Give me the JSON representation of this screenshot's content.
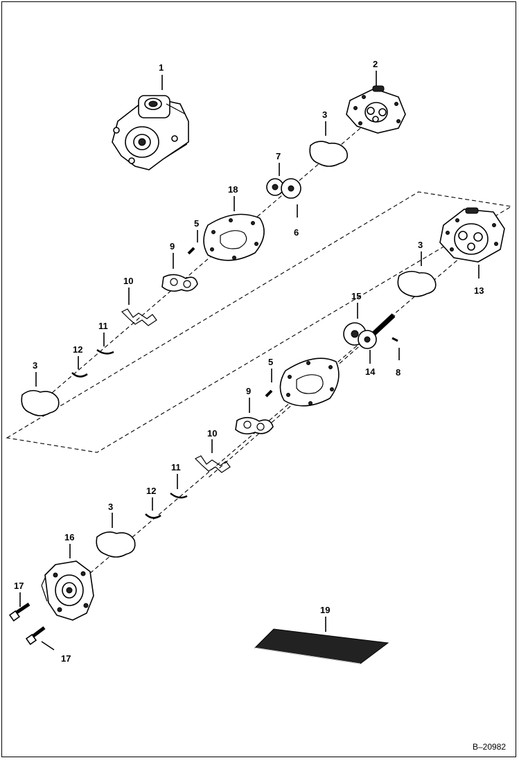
{
  "diagram": {
    "labels": {
      "l1": "1",
      "l2": "2",
      "l3a": "3",
      "l7": "7",
      "l18": "18",
      "l5a": "5",
      "l6": "6",
      "l9a": "9",
      "l10a": "10",
      "l11a": "11",
      "l12a": "12",
      "l3b": "3",
      "l3c": "3",
      "l13": "13",
      "l15": "15",
      "l14": "14",
      "l8": "8",
      "l5b": "5",
      "l9b": "9",
      "l10b": "10",
      "l11b": "11",
      "l12b": "12",
      "l3d": "3",
      "l16": "16",
      "l17a": "17",
      "l17b": "17",
      "l19": "19"
    },
    "reference": "B–20982"
  }
}
